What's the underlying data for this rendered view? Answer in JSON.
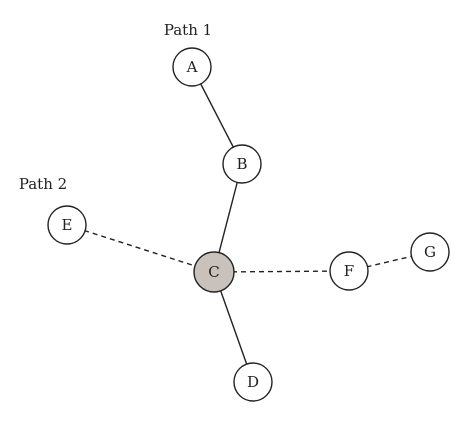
{
  "labels": {
    "path1": "Path 1",
    "path2": "Path 2"
  },
  "nodes": [
    {
      "id": "A",
      "label": "A",
      "fill": "#ffffff"
    },
    {
      "id": "B",
      "label": "B",
      "fill": "#ffffff"
    },
    {
      "id": "C",
      "label": "C",
      "fill": "#c8c1bc"
    },
    {
      "id": "D",
      "label": "D",
      "fill": "#ffffff"
    },
    {
      "id": "E",
      "label": "E",
      "fill": "#ffffff"
    },
    {
      "id": "F",
      "label": "F",
      "fill": "#ffffff"
    },
    {
      "id": "G",
      "label": "G",
      "fill": "#ffffff"
    }
  ],
  "edges": [
    {
      "from": "A",
      "to": "B",
      "style": "solid"
    },
    {
      "from": "B",
      "to": "C",
      "style": "solid"
    },
    {
      "from": "C",
      "to": "D",
      "style": "solid"
    },
    {
      "from": "E",
      "to": "C",
      "style": "dashed"
    },
    {
      "from": "C",
      "to": "F",
      "style": "dashed"
    },
    {
      "from": "F",
      "to": "G",
      "style": "dashed"
    }
  ],
  "colors": {
    "stroke": "#222222",
    "node_fill": "#ffffff",
    "highlight_fill": "#c8c1bc"
  }
}
